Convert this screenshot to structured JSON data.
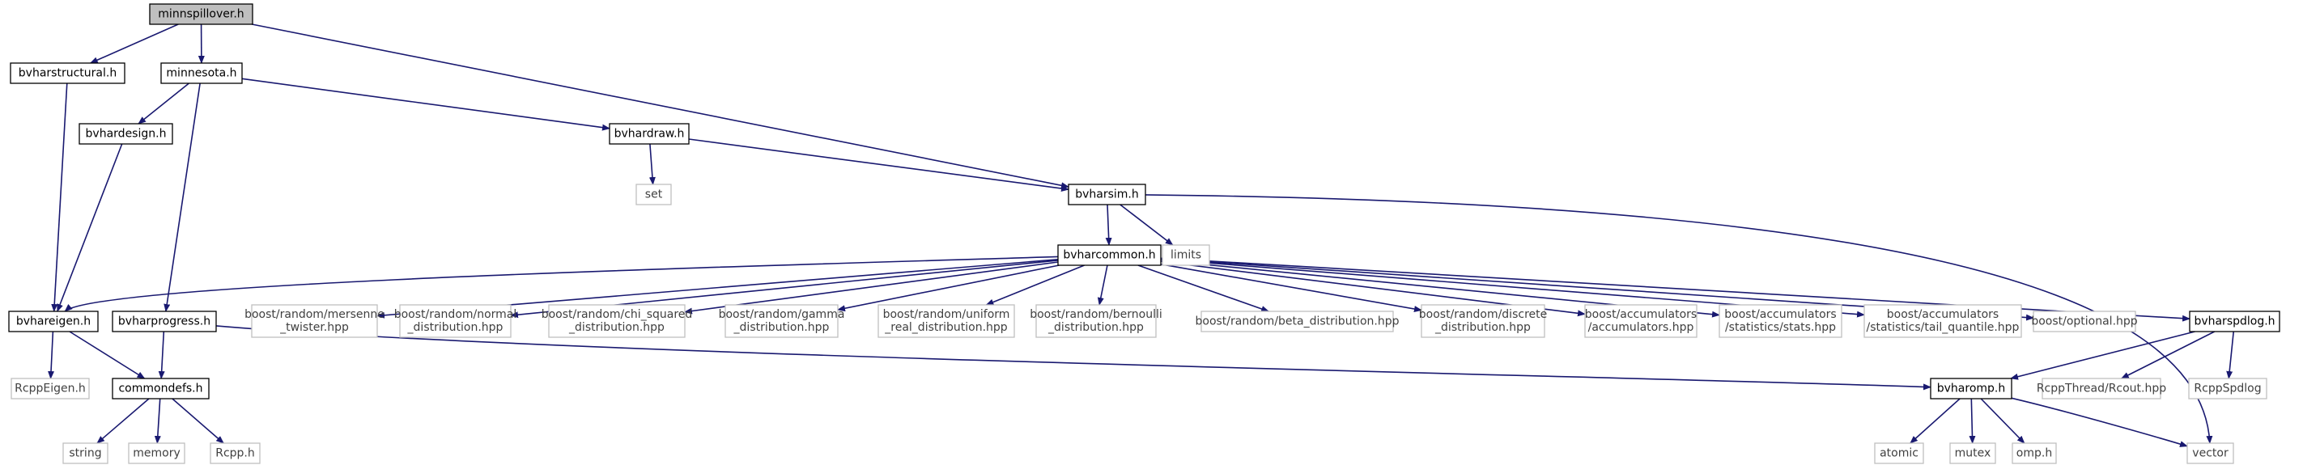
{
  "diagram": {
    "colors": {
      "edge": "#191970",
      "root_fill": "#bfbfbf",
      "node_border": "#000000",
      "ext_border": "#bfbfbf",
      "background": "#ffffff"
    },
    "nodes": [
      {
        "id": "minnspillover",
        "lines": [
          "minnspillover.h"
        ],
        "kind": "root"
      },
      {
        "id": "bvharstructural",
        "lines": [
          "bvharstructural.h"
        ],
        "kind": "header"
      },
      {
        "id": "minnesota",
        "lines": [
          "minnesota.h"
        ],
        "kind": "header"
      },
      {
        "id": "bvhardesign",
        "lines": [
          "bvhardesign.h"
        ],
        "kind": "header"
      },
      {
        "id": "bvhardraw",
        "lines": [
          "bvhardraw.h"
        ],
        "kind": "header"
      },
      {
        "id": "set",
        "lines": [
          "set"
        ],
        "kind": "external"
      },
      {
        "id": "bvharsim",
        "lines": [
          "bvharsim.h"
        ],
        "kind": "header"
      },
      {
        "id": "limits",
        "lines": [
          "limits"
        ],
        "kind": "external"
      },
      {
        "id": "bvharcommon",
        "lines": [
          "bvharcommon.h"
        ],
        "kind": "header"
      },
      {
        "id": "bvhareigen",
        "lines": [
          "bvhareigen.h"
        ],
        "kind": "header"
      },
      {
        "id": "bvharprogress",
        "lines": [
          "bvharprogress.h"
        ],
        "kind": "header"
      },
      {
        "id": "mersenne",
        "lines": [
          "boost/random/mersenne",
          "_twister.hpp"
        ],
        "kind": "external"
      },
      {
        "id": "normal",
        "lines": [
          "boost/random/normal",
          "_distribution.hpp"
        ],
        "kind": "external"
      },
      {
        "id": "chisq",
        "lines": [
          "boost/random/chi_squared",
          "_distribution.hpp"
        ],
        "kind": "external"
      },
      {
        "id": "gamma",
        "lines": [
          "boost/random/gamma",
          "_distribution.hpp"
        ],
        "kind": "external"
      },
      {
        "id": "uniform",
        "lines": [
          "boost/random/uniform",
          "_real_distribution.hpp"
        ],
        "kind": "external"
      },
      {
        "id": "bernoulli",
        "lines": [
          "boost/random/bernoulli",
          "_distribution.hpp"
        ],
        "kind": "external"
      },
      {
        "id": "beta",
        "lines": [
          "boost/random/beta_distribution.hpp"
        ],
        "kind": "external"
      },
      {
        "id": "discrete",
        "lines": [
          "boost/random/discrete",
          "_distribution.hpp"
        ],
        "kind": "external"
      },
      {
        "id": "accum",
        "lines": [
          "boost/accumulators",
          "/accumulators.hpp"
        ],
        "kind": "external"
      },
      {
        "id": "stats",
        "lines": [
          "boost/accumulators",
          "/statistics/stats.hpp"
        ],
        "kind": "external"
      },
      {
        "id": "tailq",
        "lines": [
          "boost/accumulators",
          "/statistics/tail_quantile.hpp"
        ],
        "kind": "external"
      },
      {
        "id": "optional",
        "lines": [
          "boost/optional.hpp"
        ],
        "kind": "external"
      },
      {
        "id": "bvharspdlog",
        "lines": [
          "bvharspdlog.h"
        ],
        "kind": "header"
      },
      {
        "id": "rcppeigen",
        "lines": [
          "RcppEigen.h"
        ],
        "kind": "external"
      },
      {
        "id": "commondefs",
        "lines": [
          "commondefs.h"
        ],
        "kind": "header"
      },
      {
        "id": "bvharomp",
        "lines": [
          "bvharomp.h"
        ],
        "kind": "header"
      },
      {
        "id": "rcout",
        "lines": [
          "RcppThread/Rcout.hpp"
        ],
        "kind": "external"
      },
      {
        "id": "rcppspdlog",
        "lines": [
          "RcppSpdlog"
        ],
        "kind": "external"
      },
      {
        "id": "string",
        "lines": [
          "string"
        ],
        "kind": "external"
      },
      {
        "id": "memory",
        "lines": [
          "memory"
        ],
        "kind": "external"
      },
      {
        "id": "rcpph",
        "lines": [
          "Rcpp.h"
        ],
        "kind": "external"
      },
      {
        "id": "atomic",
        "lines": [
          "atomic"
        ],
        "kind": "external"
      },
      {
        "id": "mutex",
        "lines": [
          "mutex"
        ],
        "kind": "external"
      },
      {
        "id": "omph",
        "lines": [
          "omp.h"
        ],
        "kind": "external"
      },
      {
        "id": "vector",
        "lines": [
          "vector"
        ],
        "kind": "external"
      }
    ],
    "edges": [
      [
        "minnspillover",
        "bvharstructural"
      ],
      [
        "minnspillover",
        "minnesota"
      ],
      [
        "minnspillover",
        "bvharsim"
      ],
      [
        "bvharstructural",
        "bvhareigen"
      ],
      [
        "minnesota",
        "bvhardesign"
      ],
      [
        "minnesota",
        "bvharprogress"
      ],
      [
        "minnesota",
        "bvhardraw"
      ],
      [
        "bvhardesign",
        "bvhareigen"
      ],
      [
        "bvhardraw",
        "set"
      ],
      [
        "bvhardraw",
        "bvharsim"
      ],
      [
        "bvharsim",
        "bvharcommon"
      ],
      [
        "bvharsim",
        "limits"
      ],
      [
        "bvharsim",
        "vector"
      ],
      [
        "bvharcommon",
        "bvhareigen"
      ],
      [
        "bvharcommon",
        "mersenne"
      ],
      [
        "bvharcommon",
        "normal"
      ],
      [
        "bvharcommon",
        "chisq"
      ],
      [
        "bvharcommon",
        "gamma"
      ],
      [
        "bvharcommon",
        "uniform"
      ],
      [
        "bvharcommon",
        "bernoulli"
      ],
      [
        "bvharcommon",
        "beta"
      ],
      [
        "bvharcommon",
        "discrete"
      ],
      [
        "bvharcommon",
        "accum"
      ],
      [
        "bvharcommon",
        "stats"
      ],
      [
        "bvharcommon",
        "tailq"
      ],
      [
        "bvharcommon",
        "optional"
      ],
      [
        "bvharcommon",
        "bvharspdlog"
      ],
      [
        "bvhareigen",
        "rcppeigen"
      ],
      [
        "bvhareigen",
        "commondefs"
      ],
      [
        "bvharprogress",
        "commondefs"
      ],
      [
        "bvharprogress",
        "bvharomp"
      ],
      [
        "commondefs",
        "string"
      ],
      [
        "commondefs",
        "memory"
      ],
      [
        "commondefs",
        "rcpph"
      ],
      [
        "bvharspdlog",
        "bvharomp"
      ],
      [
        "bvharspdlog",
        "rcout"
      ],
      [
        "bvharspdlog",
        "rcppspdlog"
      ],
      [
        "bvharomp",
        "atomic"
      ],
      [
        "bvharomp",
        "mutex"
      ],
      [
        "bvharomp",
        "omph"
      ],
      [
        "bvharomp",
        "vector"
      ]
    ]
  }
}
